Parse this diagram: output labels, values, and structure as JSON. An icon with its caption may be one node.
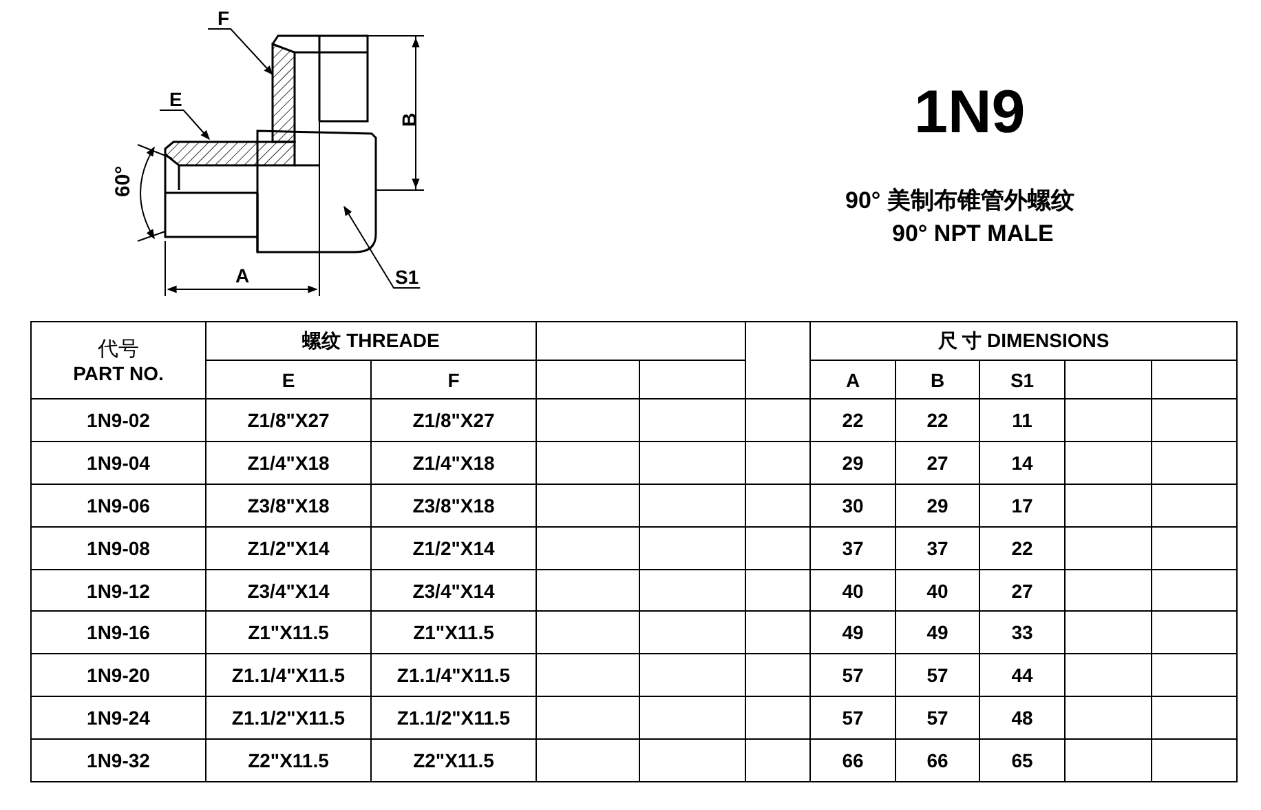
{
  "diagram": {
    "title": "1N9",
    "nodes": [
      {
        "text": [
          "F"
        ]
      },
      {
        "text": [
          "E"
        ]
      },
      {
        "text": [
          "S1"
        ]
      }
    ],
    "edges": [
      {
        "from": 0,
        "to": null,
        "arrow": "to"
      },
      {
        "from": 1,
        "to": null,
        "arrow": "to"
      },
      {
        "from": 2,
        "to": null,
        "arrow": "to"
      }
    ],
    "labels": [
      "90° 美制布锥管外螺纹",
      "90° NPT MALE",
      "60°",
      "B",
      "A",
      "代号",
      "PART NO.",
      "螺纹 THREADE",
      "尺 寸 DIMENSIONS",
      "E",
      "F",
      "A",
      "B",
      "S1",
      "1N9-02",
      "Z1/8\"X27",
      "Z1/8\"X27",
      "22",
      "22",
      "11",
      "1N9-04",
      "Z1/4\"X18",
      "Z1/4\"X18",
      "29",
      "27",
      "14",
      "1N9-06",
      "Z3/8\"X18",
      "Z3/8\"X18",
      "30",
      "29",
      "17",
      "1N9-08",
      "Z1/2\"X14",
      "Z1/2\"X14",
      "37",
      "37",
      "22",
      "1N9-12",
      "Z3/4\"X14",
      "Z3/4\"X14",
      "40",
      "40",
      "27",
      "1N9-16",
      "Z1\"X11.5",
      "Z1\"X11.5",
      "49",
      "49",
      "33",
      "1N9-20",
      "Z1.1/4\"X11.5",
      "Z1.1/4\"X11.5",
      "57",
      "57",
      "44",
      "1N9-24",
      "Z1.1/2\"X11.5",
      "Z1.1/2\"X11.5",
      "57",
      "57",
      "48",
      "1N9-32",
      "Z2\"X11.5",
      "Z2\"X11.5",
      "66",
      "66",
      "65"
    ]
  }
}
